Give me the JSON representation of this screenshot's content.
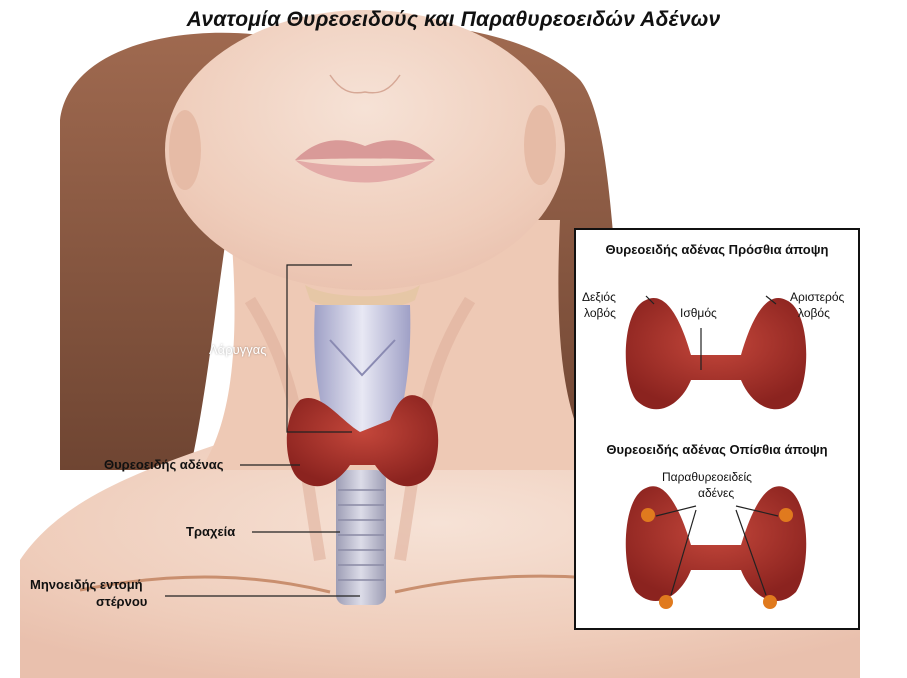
{
  "title": "Ανατομία Θυρεοειδούς και Παραθυρεοειδών Αδένων",
  "main_labels": {
    "larynx": "Λάρυγγας",
    "thyroid": "Θυρεοειδής αδένας",
    "trachea": "Τραχεία",
    "notch_line1": "Μηνοειδής εντομή",
    "notch_line2": "στέρνου"
  },
  "inset": {
    "front_title": "Θυρεοειδής αδένας Πρόσθια άποψη",
    "right_lobe_line1": "Δεξιός",
    "right_lobe_line2": "λοβός",
    "isthmus": "Ισθμός",
    "left_lobe_line1": "Αριστερός",
    "left_lobe_line2": "λοβός",
    "back_title": "Θυρεοειδής αδένας Οπίσθια άποψη",
    "parathyroid_line1": "Παραθυρεοειδείς",
    "parathyroid_line2": "αδένες"
  },
  "colors": {
    "skin": "#f1d3c2",
    "hair": "#8a5a44",
    "thyroid": "#a3302a",
    "trachea": "#b8b8cf",
    "parathyroid": "#e07a1e"
  }
}
